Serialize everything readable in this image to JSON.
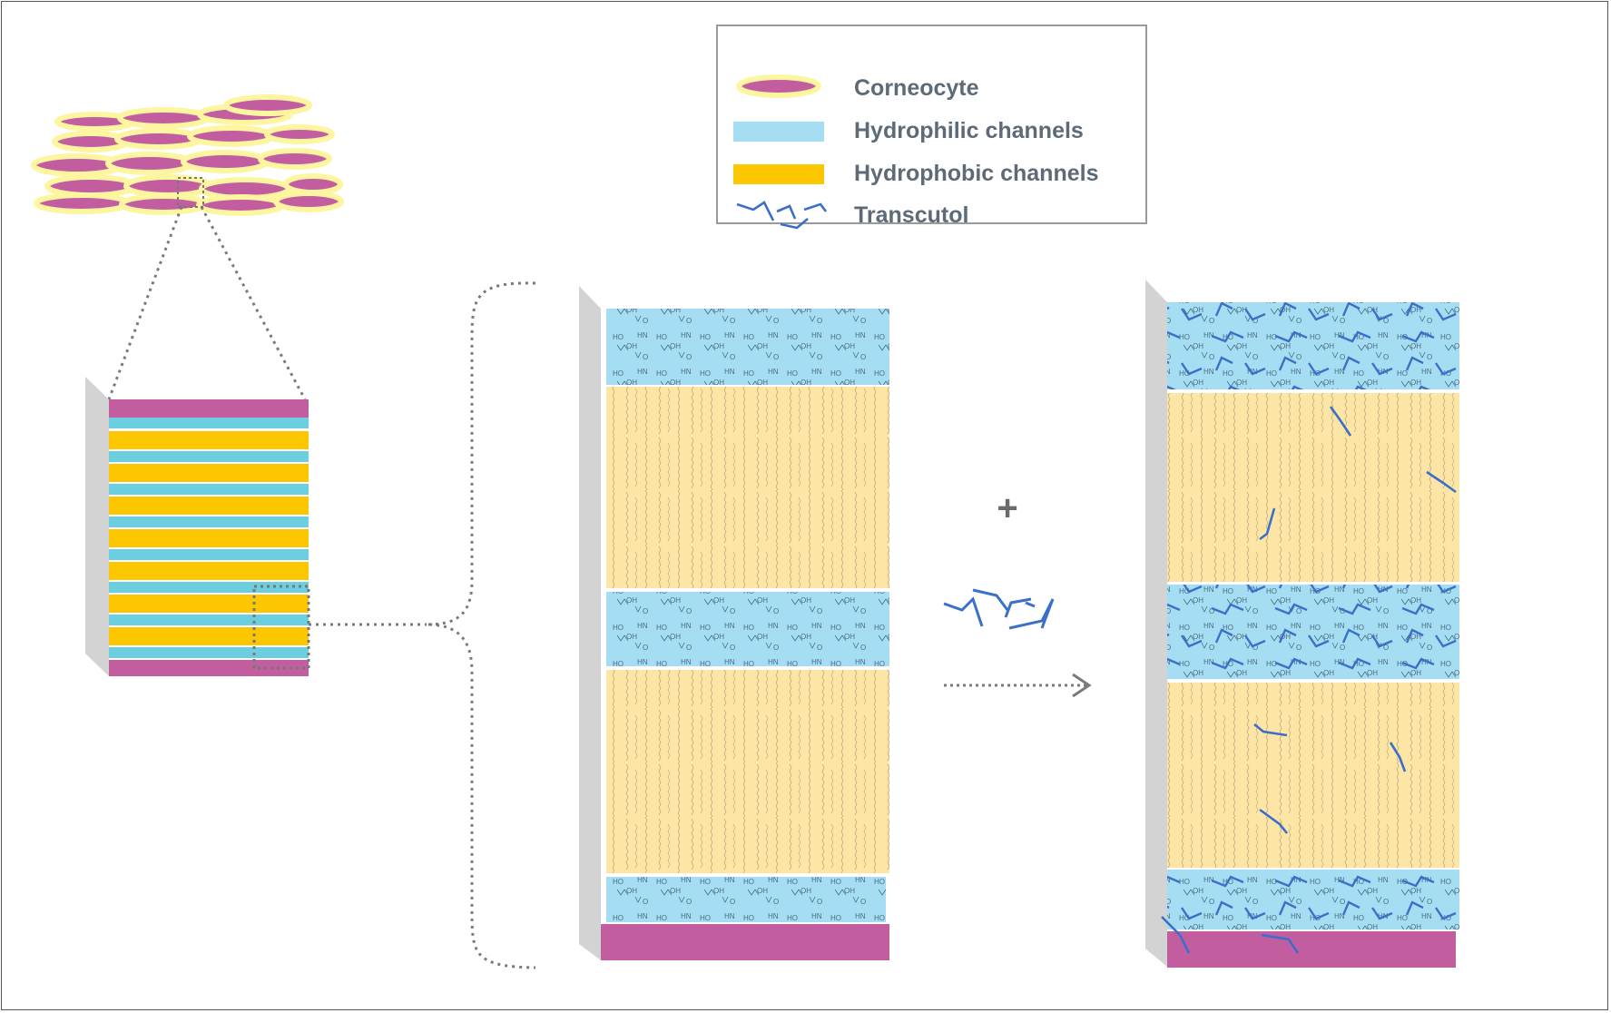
{
  "legend": {
    "items": [
      {
        "label": "Corneocyte",
        "swatch": "corneocyte"
      },
      {
        "label": "Hydrophilic channels",
        "swatch": "hydrophilic"
      },
      {
        "label": "Hydrophobic channels",
        "swatch": "hydrophobic"
      },
      {
        "label": "Transcutol",
        "swatch": "transcutol"
      }
    ]
  },
  "operators": {
    "plus": "+"
  },
  "colors": {
    "corneocyte_fill": "#c25da0",
    "corneocyte_outline": "#fdf5a0",
    "hydrophilic": "#a5def2",
    "hydrophilic_stripe": "#6ccfe0",
    "hydrophobic": "#fcc700",
    "hydrophobic_light": "#fde5a6",
    "transcutol": "#3b6fc9",
    "panel_side": "#d3d3d3",
    "guide": "#7a7a7a"
  }
}
